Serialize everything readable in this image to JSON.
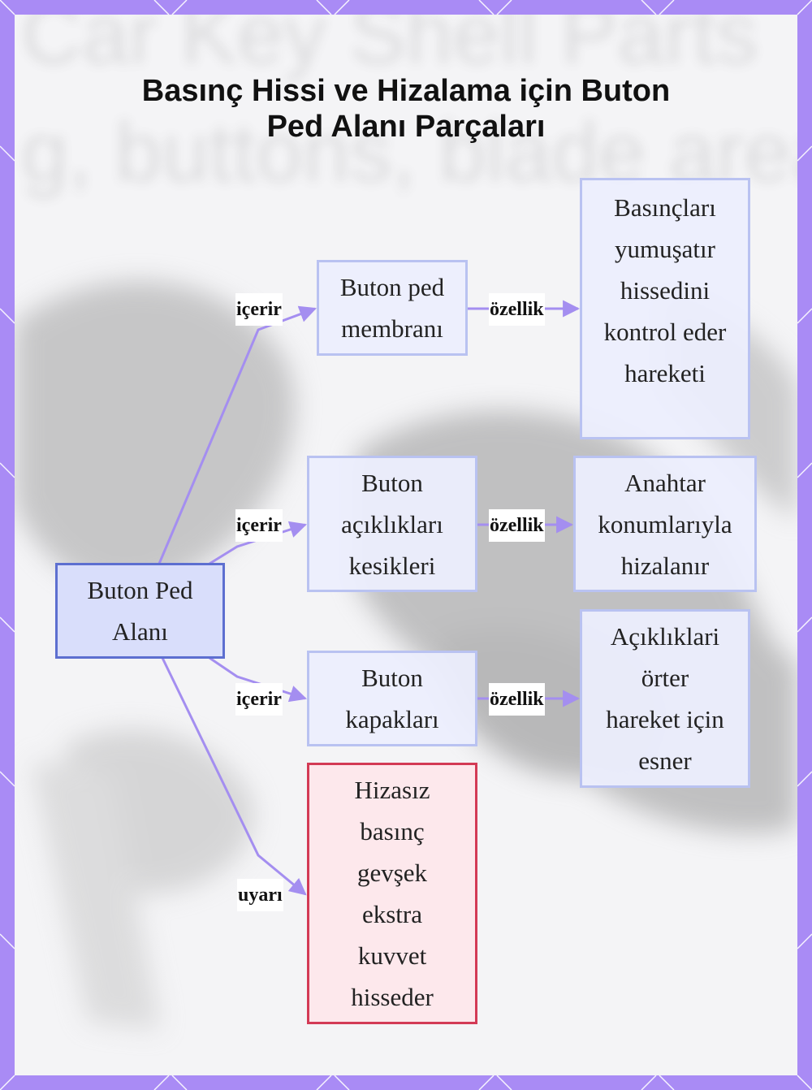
{
  "title": {
    "line1": "Basınç Hissi ve Hizalama için Buton",
    "line2": "Ped Alanı Parçaları"
  },
  "background_text": {
    "line1": "Car Key Shell Parts",
    "line2": "g, buttons, blade area, fin"
  },
  "colors": {
    "frame": "#a98bf5",
    "link": "#a48ef0",
    "root_border": "#5d6fd0",
    "node_border": "#b9c2f1",
    "warn_border": "#d33a55"
  },
  "nodes": {
    "root": "Buton Ped\nAlanı",
    "membrane": "Buton ped\nmembranı",
    "membrane_prop": "Basınçları\nyumuşatır\nhissedini\nkontrol eder\nhareketi",
    "cutouts": "Buton\naçıklıkları\nkesikleri",
    "cutouts_prop": "Anahtar\nkonumlarıyla\nhizalanır",
    "caps": "Buton\nkapakları",
    "caps_prop": "Açıklıklari\nörter\nhareket için\nesner",
    "warning": "Hizasız\nbasınç\ngevşek\nekstra\nkuvvet\nhisseder"
  },
  "edges": {
    "contains_1": "içerir",
    "contains_2": "içerir",
    "contains_3": "içerir",
    "warning": "uyarı",
    "property_1": "özellik",
    "property_2": "özellik",
    "property_3": "özellik"
  }
}
